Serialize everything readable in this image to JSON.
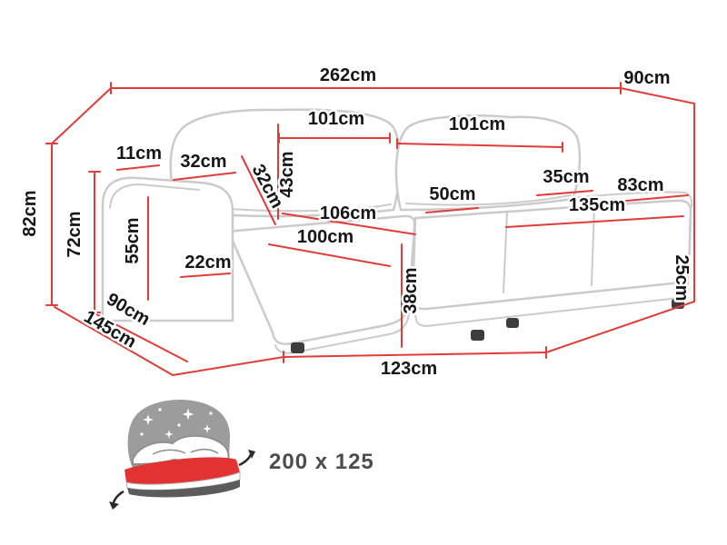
{
  "diagram": {
    "type": "furniture-dimension-diagram",
    "product": "corner-sofa-with-sleeping-function",
    "colors": {
      "dimension_line": "#e23c38",
      "sofa_outline": "#cbcbcb",
      "label_text": "#161616",
      "icon_gray": "#9c9c9c",
      "icon_red": "#e13331",
      "icon_base": "#5c5c5c",
      "sleep_text": "#4c4c4c",
      "background": "#ffffff"
    },
    "measurements": {
      "overall_width": "262cm",
      "overall_depth": "90cm",
      "overall_height": "82cm",
      "back_height": "72cm",
      "armrest_top_width": "11cm",
      "back_cushion_depth_top": "32cm",
      "back_cushion_depth_side": "32cm",
      "back_cushion_height": "43cm",
      "back_cushion_width_left": "101cm",
      "back_cushion_width_right": "101cm",
      "backrest_top_width": "35cm",
      "right_section_width": "83cm",
      "seat_depth_section": "50cm",
      "seat_width_right": "135cm",
      "chaise_length": "106cm",
      "chaise_width": "100cm",
      "armrest_height": "55cm",
      "armrest_width": "22cm",
      "seat_height": "38cm",
      "side_depth": "90cm",
      "chaise_depth_total": "145cm",
      "chaise_outer_edge": "123cm",
      "right_edge_height": "25cm"
    },
    "sleeping_area": {
      "label": "200 x 125"
    }
  }
}
